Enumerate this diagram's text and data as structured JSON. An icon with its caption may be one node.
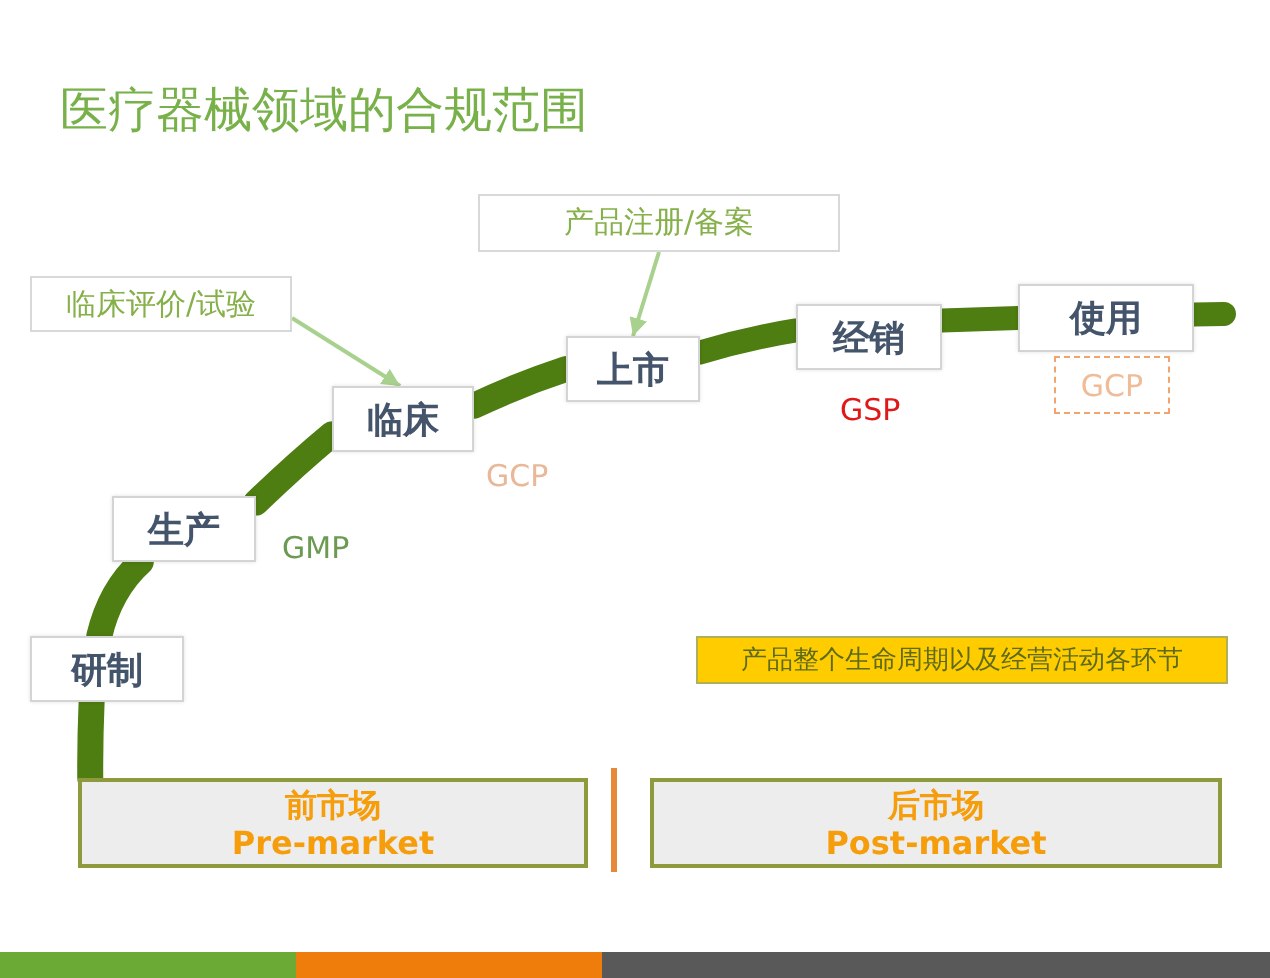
{
  "diagram": {
    "title": "医疗器械领域的合规范围",
    "nodes": [
      {
        "text": [
          "研制"
        ]
      },
      {
        "text": [
          "生产"
        ],
        "beside": [
          "GMP"
        ]
      },
      {
        "text": [
          "临床"
        ],
        "beside": [
          "GCP"
        ]
      },
      {
        "text": [
          "上市"
        ]
      },
      {
        "text": [
          "经销"
        ],
        "beside": [
          "GSP"
        ]
      },
      {
        "text": [
          "使用"
        ]
      },
      {
        "text": [
          "GCP"
        ]
      },
      {
        "text": [
          "临床评价/试验"
        ]
      },
      {
        "text": [
          "产品注册/备案"
        ]
      },
      {
        "text": [
          "产品整个生命周期以及经营活动各环节"
        ]
      },
      {
        "text": [
          "前市场",
          "Pre-market"
        ]
      },
      {
        "text": [
          "后市场",
          "Post-market"
        ]
      }
    ],
    "edges": [
      {
        "from": 10,
        "to": 0,
        "arrow": "none"
      },
      {
        "from": 0,
        "to": 1,
        "arrow": "none"
      },
      {
        "from": 1,
        "to": 2,
        "arrow": "none"
      },
      {
        "from": 2,
        "to": 3,
        "arrow": "none"
      },
      {
        "from": 3,
        "to": 4,
        "arrow": "none"
      },
      {
        "from": 4,
        "to": 5,
        "arrow": "none"
      },
      {
        "from": 5,
        "to": null,
        "arrow": "none"
      },
      {
        "from": 7,
        "to": 2,
        "arrow": "to",
        "color": "#a9d18e"
      },
      {
        "from": 8,
        "to": 3,
        "arrow": "to",
        "color": "#a9d18e"
      }
    ]
  }
}
